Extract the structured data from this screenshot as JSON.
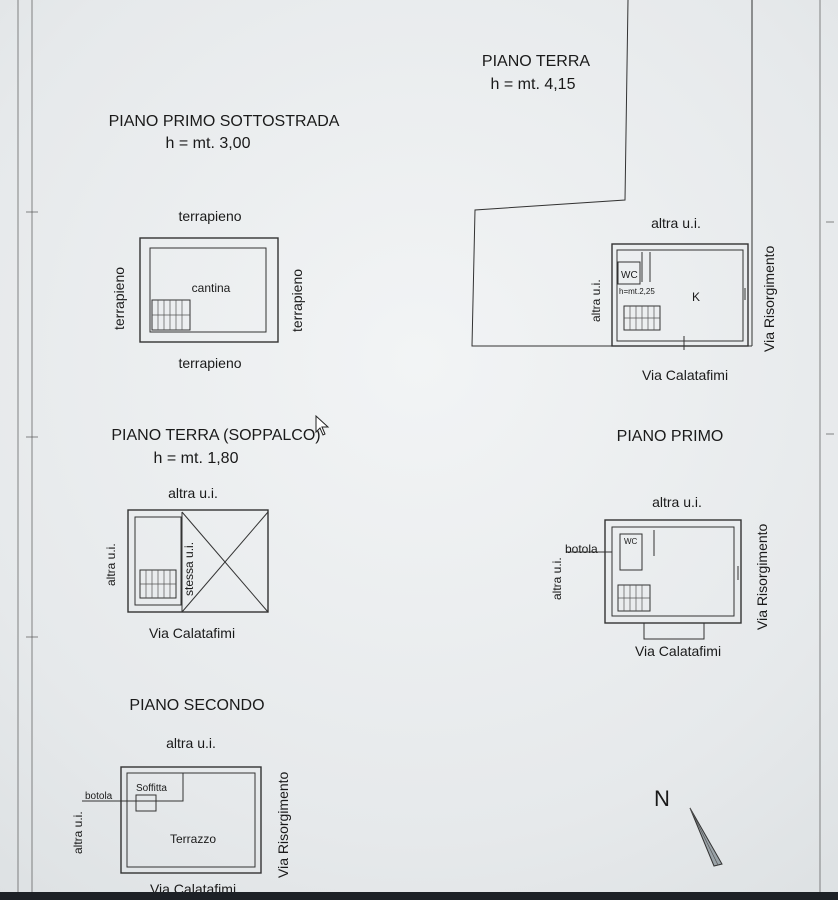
{
  "sections": {
    "piano_terra_title": "PIANO TERRA",
    "piano_terra_height": "h = mt. 4,15",
    "sottostrada_title": "PIANO PRIMO SOTTOSTRADA",
    "sottostrada_height": "h = mt. 3,00",
    "soppalco_title": "PIANO TERRA (SOPPALCO)",
    "soppalco_height": "h = mt. 1,80",
    "primo_title": "PIANO PRIMO",
    "secondo_title": "PIANO SECONDO"
  },
  "labels": {
    "terrapieno": "terrapieno",
    "cantina": "cantina",
    "altra_ui": "altra u.i.",
    "stessa_ui": "stessa u.i.",
    "via_calatafimi": "Via Calatafimi",
    "via_risorgimento": "Via Risorgimento",
    "wc": "WC",
    "wc_height": "h=mt.2,25",
    "kitchen": "K",
    "botola": "botola",
    "soffitta": "Soffitta",
    "terrazzo": "Terrazzo",
    "north": "N"
  },
  "colors": {
    "line": "#333333",
    "paper": "#eef0f1"
  }
}
